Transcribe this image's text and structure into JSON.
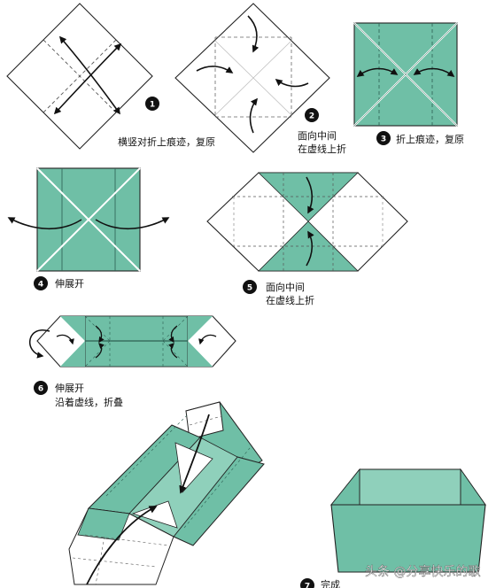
{
  "steps": [
    {
      "number": "1",
      "lines": [
        "横竖对折上痕迹，复原"
      ]
    },
    {
      "number": "2",
      "lines": [
        "面向中间",
        "在虚线上折"
      ]
    },
    {
      "number": "3",
      "lines": [
        "折上痕迹，复原"
      ]
    },
    {
      "number": "4",
      "lines": [
        "伸展开"
      ]
    },
    {
      "number": "5",
      "lines": [
        "面向中间",
        "在虚线上折"
      ]
    },
    {
      "number": "6",
      "lines": [
        "伸展开",
        "沿着虚线，折叠"
      ]
    },
    {
      "number": "7",
      "lines": [
        "完成"
      ]
    }
  ],
  "watermark": "头条 @分享快乐的歌",
  "colors": {
    "paper_green": "#6fbfa6",
    "paper_green_light": "#8fd0bb",
    "line": "#222222",
    "dash": "#555555",
    "white": "#ffffff"
  }
}
